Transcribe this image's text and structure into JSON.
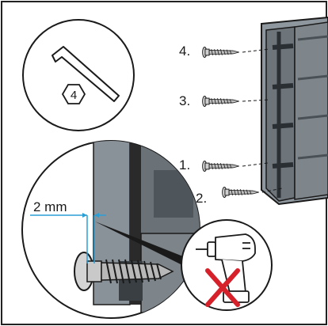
{
  "steps": [
    {
      "number": "4."
    },
    {
      "number": "3."
    },
    {
      "number": "1."
    },
    {
      "number": "2."
    }
  ],
  "tool_badge": "4",
  "dimension": {
    "label": "2 mm"
  },
  "icons": [
    "hex-key-icon",
    "cordless-drill-icon",
    "prohibited-cross-icon"
  ],
  "colors": {
    "line": "#1a1a1a",
    "housing": "#8a9299",
    "housing_dark": "#5f666c",
    "dimension_line": "#2a9fd6",
    "cross": "#d6202a"
  }
}
